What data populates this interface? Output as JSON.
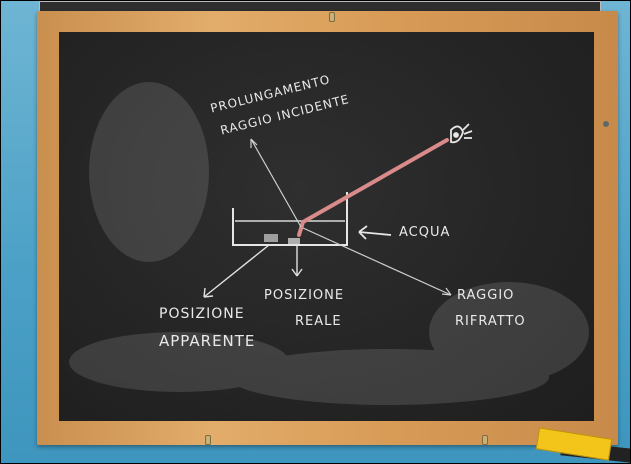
{
  "image": {
    "subject": "chalkboard-refraction-sketch",
    "colors": {
      "wall": "#4aa0c6",
      "frame": "#dca45f",
      "board": "#262626",
      "chalk": "#e9e9e9",
      "ray": "#d98a8a",
      "sponge": "#f3c51a"
    }
  },
  "labels": {
    "prolungamento_line1": "PROLUNGAMENTO",
    "prolungamento_line2": "RAGGIO INCIDENTE",
    "acqua": "ACQUA",
    "posizione_reale_line1": "POSIZIONE",
    "posizione_reale_line2": "REALE",
    "posizione_apparente_line1": "POSIZIONE",
    "posizione_apparente_line2": "APPARENTE",
    "raggio_rifratto_line1": "RAGGIO",
    "raggio_rifratto_line2": "RIFRATTO"
  }
}
